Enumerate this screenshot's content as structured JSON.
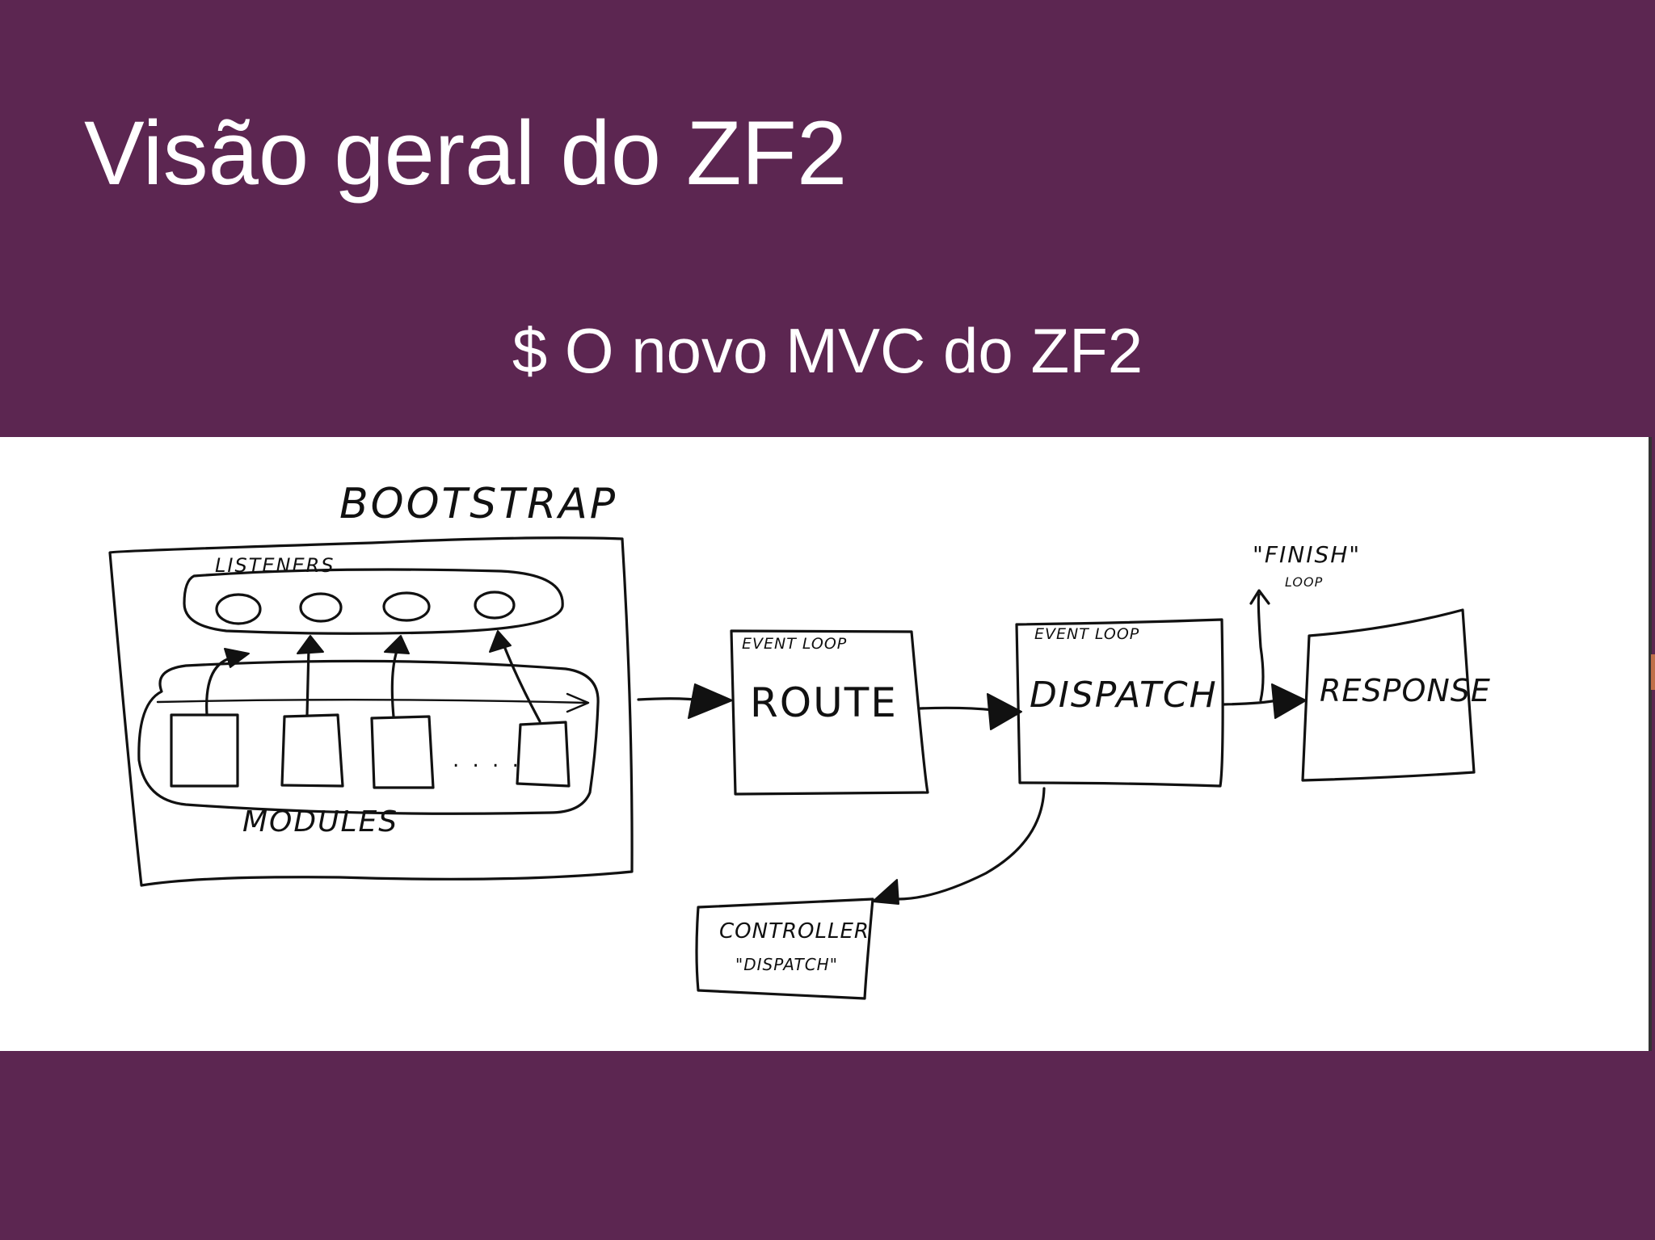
{
  "slide": {
    "title": "Visão geral do ZF2",
    "subtitle": "$ O novo MVC do ZF2"
  },
  "diagram": {
    "bootstrap_label": "BOOTSTRAP",
    "listeners_label": "LISTENERS",
    "modules_label": "MODULES",
    "modules_ellipsis": ". . . .",
    "route": {
      "caption": "EVENT LOOP",
      "label": "ROUTE"
    },
    "dispatch": {
      "caption": "EVENT LOOP",
      "label": "DISPATCH"
    },
    "finish": {
      "label": "\"FINISH\"",
      "sublabel": "LOOP"
    },
    "response_label": "RESPONSE",
    "controller": {
      "label": "CONTROLLER",
      "sublabel": "\"DISPATCH\""
    }
  },
  "colors": {
    "background": "#5c2651",
    "panel": "#ffffff",
    "ink": "#111111",
    "text": "#ffffff"
  }
}
